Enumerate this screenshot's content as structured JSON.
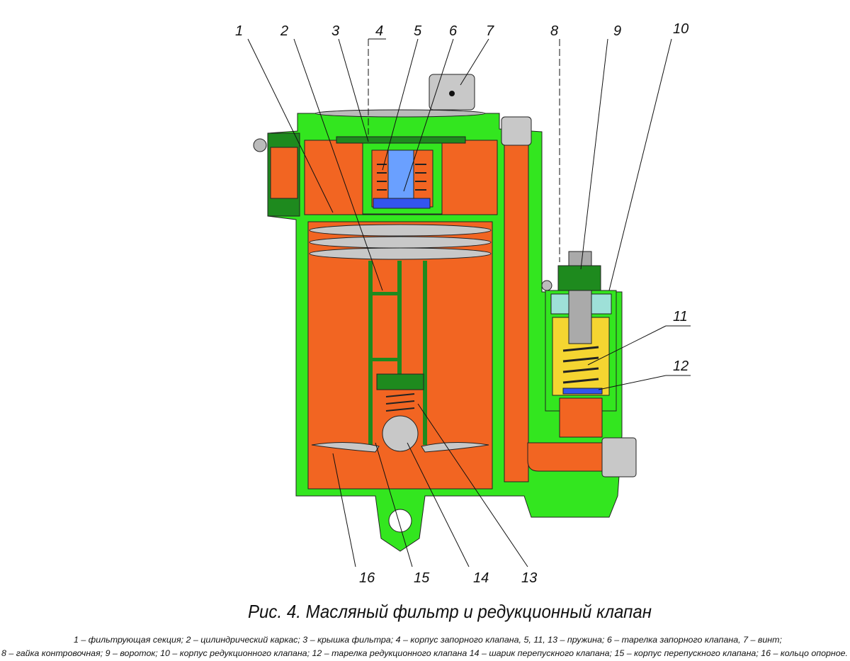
{
  "figure": {
    "callouts": [
      "1",
      "2",
      "3",
      "4",
      "5",
      "6",
      "7",
      "8",
      "9",
      "10",
      "11",
      "12",
      "13",
      "14",
      "15",
      "16"
    ],
    "caption_title": "Рис. 4. Масляный фильтр и редукционный клапан",
    "legend_line1": "1 – фильтрующая секция; 2 – цилиндрический каркас; 3 – крышка фильтра; 4 – корпус запорного клапана, 5, 11, 13 – пружина; 6 – тарелка запорного клапана, 7 – винт;",
    "legend_line2": "8 – гайка контровочная; 9 – вороток; 10 – корпус редукционного клапана; 12 – тарелка редукционного клапана  14 – шарик перепускного клапана; 15 – корпус перепускного клапана; 16 – кольцо опорное."
  },
  "colors": {
    "body": "#33e61f",
    "body_dark": "#1e8a1e",
    "interior": "#f26522",
    "filter_disc": "#c8c8c8",
    "valve_plate": "#3355ee",
    "reducer_chamber": "#f5d531",
    "reducer_top": "#9ee0d8"
  }
}
